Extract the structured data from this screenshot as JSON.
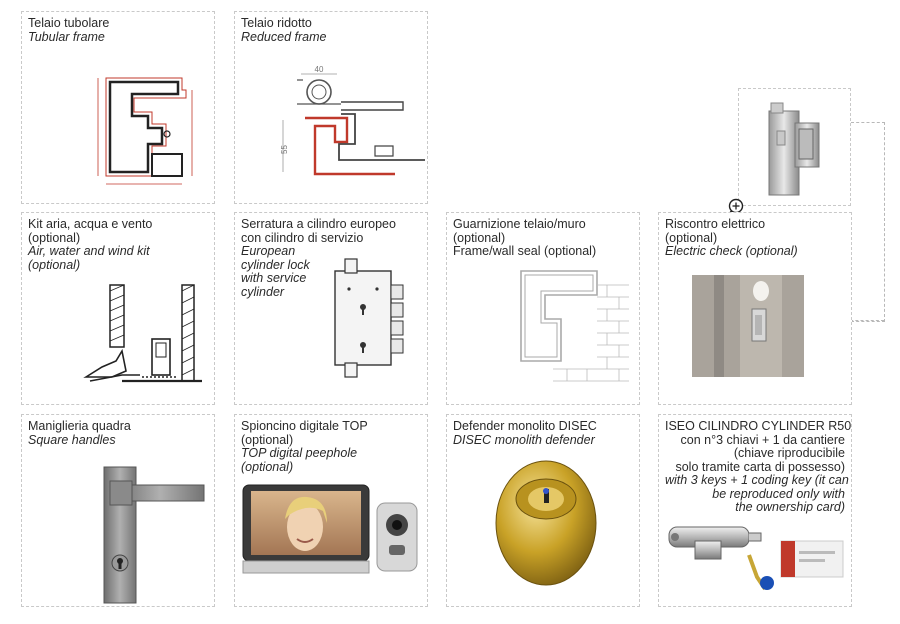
{
  "cards": {
    "tubular_frame": {
      "it": "Telaio tubolare",
      "en": "Tubular frame"
    },
    "reduced_frame": {
      "it": "Telaio ridotto",
      "en": "Reduced frame",
      "dim_top": "40",
      "dim_side": "55"
    },
    "air_kit": {
      "it_1": "Kit aria, acqua e vento",
      "it_2": "(optional)",
      "en_1": "Air, water and wind kit",
      "en_2": "(optional)"
    },
    "cylinder_lock": {
      "it_1": "Serratura a cilindro europeo",
      "it_2": "con cilindro di servizio",
      "en_1": "European",
      "en_2": "cylinder lock",
      "en_3": "with service",
      "en_4": "cylinder"
    },
    "frame_seal": {
      "it_1": "Guarnizione telaio/muro",
      "it_2": "(optional)",
      "en_1": "Frame/wall seal (optional)"
    },
    "electric_check": {
      "it_1": "Riscontro elettrico",
      "it_2": "(optional)",
      "en_1": "Electric check (optional)"
    },
    "square_handles": {
      "it": "Maniglieria quadra",
      "en": "Square handles"
    },
    "peephole": {
      "it_1": "Spioncino digitale TOP",
      "it_2": "(optional)",
      "en_1": "TOP digital peephole",
      "en_2": "(optional)"
    },
    "defender": {
      "it": "Defender monolito DISEC",
      "en": "DISEC monolith defender"
    },
    "iseo_cylinder": {
      "title": "ISEO CILINDRO CYLINDER R50",
      "it_1": "con n°3 chiavi + 1 da cantiere",
      "it_2": "(chiave riproducibile",
      "it_3": "solo tramite carta di possesso)",
      "en_1": "with 3 keys + 1 coding key (it can",
      "en_2": "be reproduced only with",
      "en_3": "the ownership card)"
    }
  },
  "icons": {
    "zoom": "magnifier-plus-icon"
  },
  "colors": {
    "frame_red": "#c0392b",
    "metal": "#8f8f8f",
    "brass": "#c9a227",
    "border": "#c9c9c9"
  }
}
